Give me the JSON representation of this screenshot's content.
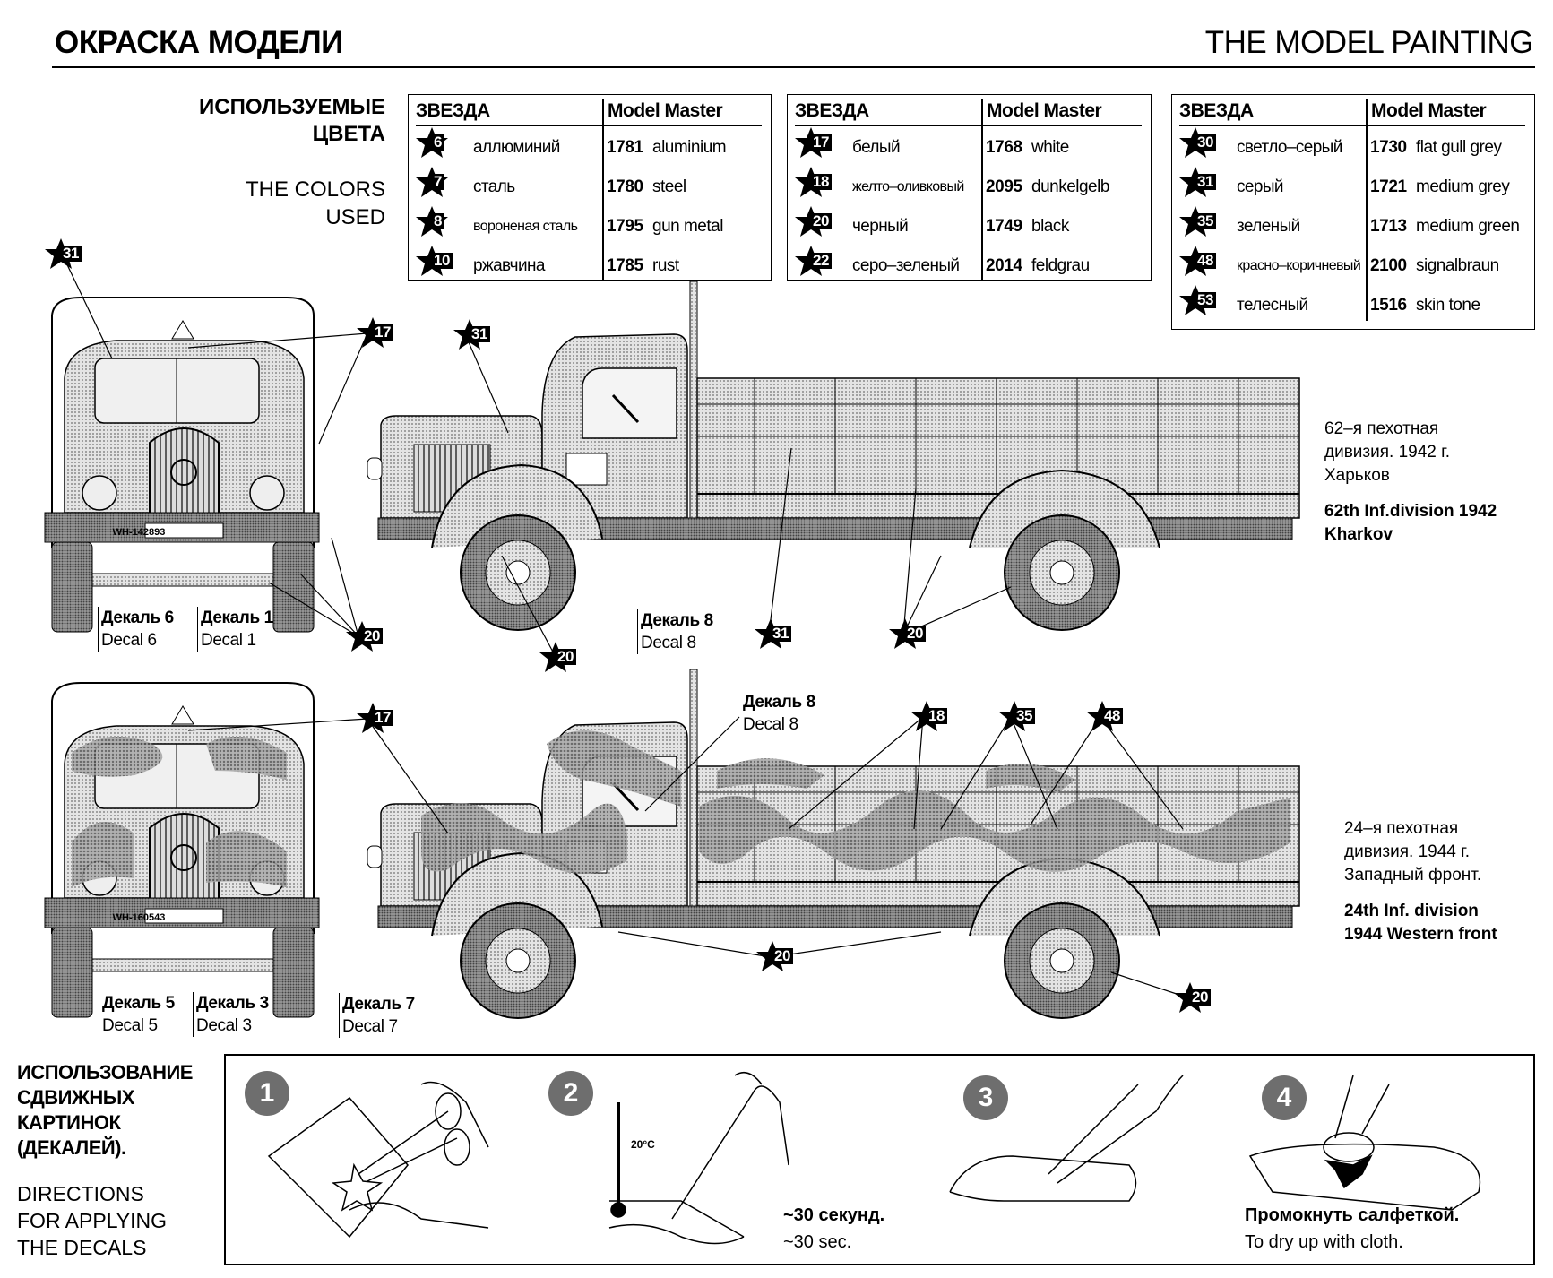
{
  "header": {
    "title_ru": "ОКРАСКА МОДЕЛИ",
    "title_en": "THE MODEL PAINTING"
  },
  "colors_heading": {
    "ru": [
      "ИСПОЛЬЗУЕМЫЕ",
      "ЦВЕТА"
    ],
    "en": [
      "THE COLORS",
      "USED"
    ]
  },
  "color_tables": [
    {
      "header_zvezda": "ЗВЕЗДА",
      "header_mm": "Model Master",
      "rows": [
        {
          "num": "6",
          "name_ru": "аллюминий",
          "mm_code": "1781",
          "mm_name": "aluminium"
        },
        {
          "num": "7",
          "name_ru": "сталь",
          "mm_code": "1780",
          "mm_name": "steel"
        },
        {
          "num": "8",
          "name_ru": "вороненая сталь",
          "mm_code": "1795",
          "mm_name": "gun metal"
        },
        {
          "num": "10",
          "name_ru": "ржавчина",
          "mm_code": "1785",
          "mm_name": "rust"
        }
      ]
    },
    {
      "header_zvezda": "ЗВЕЗДА",
      "header_mm": "Model Master",
      "rows": [
        {
          "num": "17",
          "name_ru": "белый",
          "mm_code": "1768",
          "mm_name": "white"
        },
        {
          "num": "18",
          "name_ru": "желто–оливковый",
          "mm_code": "2095",
          "mm_name": "dunkelgelb"
        },
        {
          "num": "20",
          "name_ru": "черный",
          "mm_code": "1749",
          "mm_name": "black"
        },
        {
          "num": "22",
          "name_ru": "серо–зеленый",
          "mm_code": "2014",
          "mm_name": "feldgrau"
        }
      ]
    },
    {
      "header_zvezda": "ЗВЕЗДА",
      "header_mm": "Model Master",
      "rows": [
        {
          "num": "30",
          "name_ru": "светло–серый",
          "mm_code": "1730",
          "mm_name": "flat gull grey"
        },
        {
          "num": "31",
          "name_ru": "серый",
          "mm_code": "1721",
          "mm_name": "medium grey"
        },
        {
          "num": "35",
          "name_ru": "зеленый",
          "mm_code": "1713",
          "mm_name": "medium green"
        },
        {
          "num": "48",
          "name_ru": "красно–коричневый",
          "mm_code": "2100",
          "mm_name": "signalbraun"
        },
        {
          "num": "53",
          "name_ru": "телесный",
          "mm_code": "1516",
          "mm_name": "skin tone"
        }
      ]
    }
  ],
  "callouts": {
    "scheme1": [
      "31",
      "17",
      "31",
      "20",
      "20",
      "31",
      "20"
    ],
    "scheme2": [
      "17",
      "18",
      "35",
      "48",
      "20",
      "20"
    ]
  },
  "decals": {
    "scheme1": [
      {
        "ru": "Декаль 6",
        "en": "Decal 6"
      },
      {
        "ru": "Декаль 1",
        "en": "Decal 1"
      },
      {
        "ru": "Декаль 8",
        "en": "Decal 8"
      }
    ],
    "scheme2": [
      {
        "ru": "Декаль 5",
        "en": "Decal 5"
      },
      {
        "ru": "Декаль 3",
        "en": "Decal 3"
      },
      {
        "ru": "Декаль 7",
        "en": "Decal 7"
      },
      {
        "ru": "Декаль 8",
        "en": "Decal 8"
      }
    ]
  },
  "plates": [
    "WH-142893",
    "WH-160543"
  ],
  "schemes": [
    {
      "ru": [
        "62–я пехотная",
        "дивизия. 1942 г.",
        "Харьков"
      ],
      "en": [
        "62th Inf.division 1942",
        "Kharkov"
      ]
    },
    {
      "ru": [
        "24–я пехотная",
        "дивизия. 1944 г.",
        "Западный фронт."
      ],
      "en": [
        "24th Inf. division",
        "1944 Western front"
      ]
    }
  ],
  "directions": {
    "heading_ru": [
      "ИСПОЛЬЗОВАНИЕ",
      "СДВИЖНЫХ",
      "КАРТИНОК",
      "(ДЕКАЛЕЙ)."
    ],
    "heading_en": [
      "DIRECTIONS",
      "FOR APPLYING",
      "THE DECALS"
    ],
    "steps": [
      "1",
      "2",
      "3",
      "4"
    ],
    "thermometer": "20°C",
    "step2_ru": "~30 секунд.",
    "step2_en": "~30 sec.",
    "step4_ru": "Промокнуть салфеткой.",
    "step4_en": "To dry up with cloth."
  },
  "colors": {
    "ink": "#000000",
    "paint_grey": "#cfcfcf",
    "camo_dark": "#7f7f7f",
    "step_circle": "#6e6e6e"
  }
}
